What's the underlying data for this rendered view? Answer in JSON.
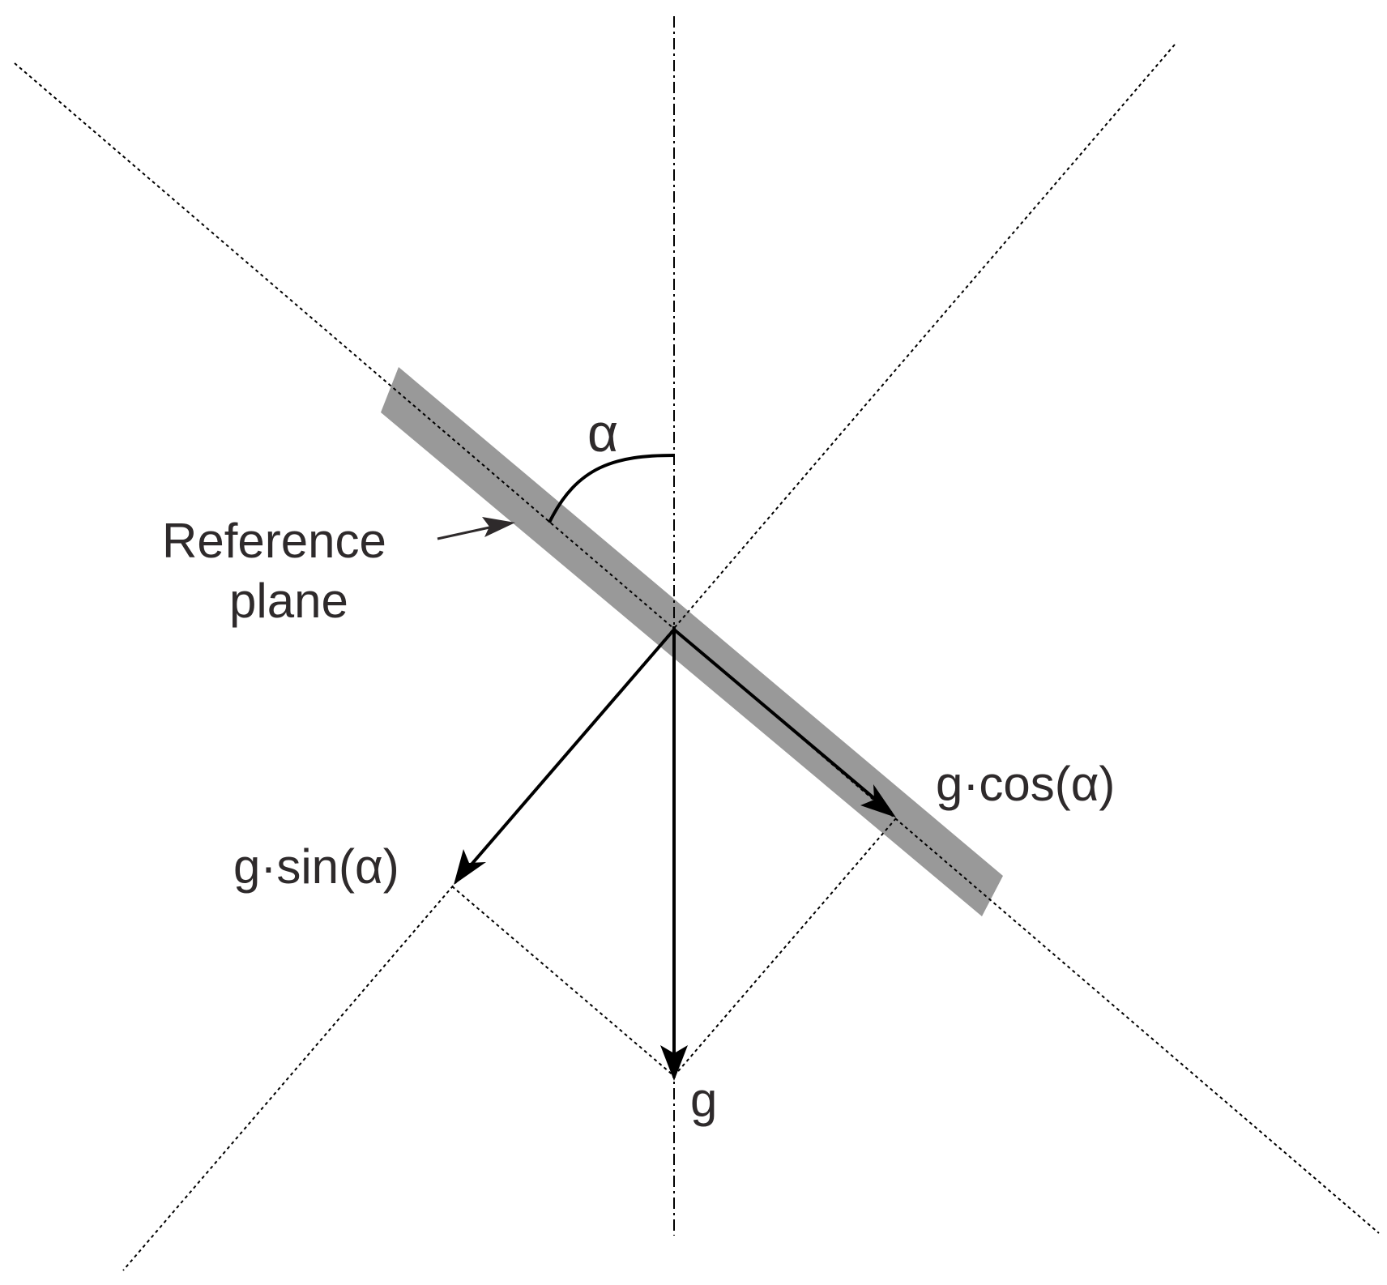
{
  "labels": {
    "angle": "α",
    "reference_plane_line1": "Reference",
    "reference_plane_line2": "plane",
    "g_cos": "g·cos(α)",
    "g_sin": "g·sin(α)",
    "g": "g"
  },
  "colors": {
    "background": "#ffffff",
    "plane_fill": "#999999",
    "line": "#000000",
    "text": "#2e2a2b"
  }
}
